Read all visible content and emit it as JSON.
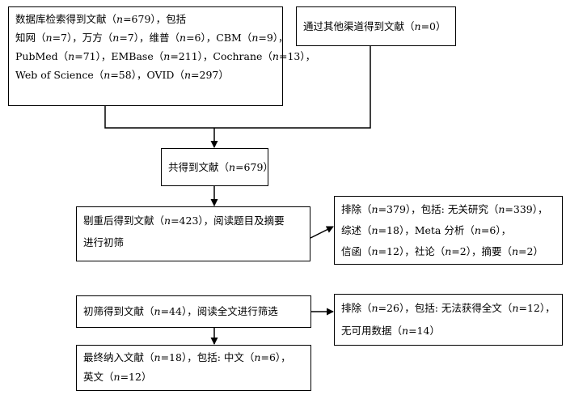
{
  "boxes": {
    "database": {
      "lines": [
        [
          {
            "t": "数据库检索得到文献（"
          },
          {
            "t": "n",
            "i": true
          },
          {
            "t": "=679），包括"
          }
        ],
        [
          {
            "t": "知网（"
          },
          {
            "t": "n",
            "i": true
          },
          {
            "t": "=7），万方（"
          },
          {
            "t": "n",
            "i": true
          },
          {
            "t": "=7），维普（"
          },
          {
            "t": "n",
            "i": true
          },
          {
            "t": "=6），CBM（"
          },
          {
            "t": "n",
            "i": true
          },
          {
            "t": "=9），"
          }
        ],
        [
          {
            "t": "PubMed（"
          },
          {
            "t": "n",
            "i": true
          },
          {
            "t": "=71），EMBase（"
          },
          {
            "t": "n",
            "i": true
          },
          {
            "t": "=211），Cochrane（"
          },
          {
            "t": "n",
            "i": true
          },
          {
            "t": "=13），"
          }
        ],
        [
          {
            "t": "Web of Science（"
          },
          {
            "t": "n",
            "i": true
          },
          {
            "t": "=58），OVID（"
          },
          {
            "t": "n",
            "i": true
          },
          {
            "t": "=297）"
          }
        ]
      ]
    },
    "other": {
      "lines": [
        [
          {
            "t": "通过其他渠道得到文献（"
          },
          {
            "t": "n",
            "i": true
          },
          {
            "t": "=0）"
          }
        ]
      ]
    },
    "total": {
      "lines": [
        [
          {
            "t": "共得到文献（"
          },
          {
            "t": "n",
            "i": true
          },
          {
            "t": "=679）"
          }
        ]
      ]
    },
    "dedup": {
      "lines": [
        [
          {
            "t": "剔重后得到文献（"
          },
          {
            "t": "n",
            "i": true
          },
          {
            "t": "=423），阅读题目及摘要"
          }
        ],
        [
          {
            "t": "进行初筛"
          }
        ]
      ]
    },
    "exclude1": {
      "lines": [
        [
          {
            "t": "排除（"
          },
          {
            "t": "n",
            "i": true
          },
          {
            "t": "=379），包括: 无关研究（"
          },
          {
            "t": "n",
            "i": true
          },
          {
            "t": "=339），"
          }
        ],
        [
          {
            "t": "综述（"
          },
          {
            "t": "n",
            "i": true
          },
          {
            "t": "=18），Meta 分析（"
          },
          {
            "t": "n",
            "i": true
          },
          {
            "t": "=6），"
          }
        ],
        [
          {
            "t": "信函（"
          },
          {
            "t": "n",
            "i": true
          },
          {
            "t": "=12），社论（"
          },
          {
            "t": "n",
            "i": true
          },
          {
            "t": "=2），摘要（"
          },
          {
            "t": "n",
            "i": true
          },
          {
            "t": "=2）"
          }
        ]
      ]
    },
    "fulltext": {
      "lines": [
        [
          {
            "t": "初筛得到文献（"
          },
          {
            "t": "n",
            "i": true
          },
          {
            "t": "=44），阅读全文进行筛选"
          }
        ]
      ]
    },
    "exclude2": {
      "lines": [
        [
          {
            "t": "排除（"
          },
          {
            "t": "n",
            "i": true
          },
          {
            "t": "=26），包括: 无法获得全文（"
          },
          {
            "t": "n",
            "i": true
          },
          {
            "t": "=12），"
          }
        ],
        [
          {
            "t": "无可用数据（"
          },
          {
            "t": "n",
            "i": true
          },
          {
            "t": "=14）"
          }
        ]
      ]
    },
    "final": {
      "lines": [
        [
          {
            "t": "最终纳入文献（"
          },
          {
            "t": "n",
            "i": true
          },
          {
            "t": "=18），包括: 中文（"
          },
          {
            "t": "n",
            "i": true
          },
          {
            "t": "=6），"
          }
        ],
        [
          {
            "t": "英文（"
          },
          {
            "t": "n",
            "i": true
          },
          {
            "t": "=12）"
          }
        ]
      ]
    }
  }
}
